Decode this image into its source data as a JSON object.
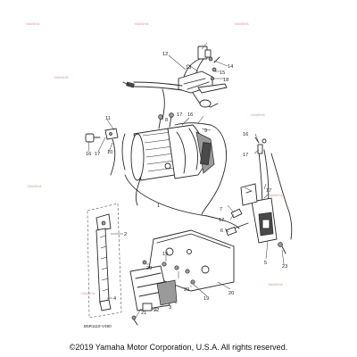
{
  "diagram": {
    "callouts": {
      "c1": "1",
      "c2": "2",
      "c3": "3",
      "c4": "4",
      "c5": "5",
      "c6": "6",
      "c7": "7",
      "c8": "8",
      "c9": "9",
      "c10": "10",
      "c11": "11",
      "c12": "12",
      "c13": "13",
      "c14": "14",
      "c15": "15",
      "c16a": "16",
      "c16b": "16",
      "c16c": "16",
      "c17a": "17",
      "c17b": "17",
      "c17c": "17",
      "c17d": "17",
      "c17e": "17",
      "c18": "18",
      "c19a": "19",
      "c19b": "19",
      "c20a": "20",
      "c20b": "20",
      "c20c": "20",
      "c21": "21",
      "c22": "22",
      "c23": "23"
    },
    "drawing_code": "B5R1110-V490",
    "watermark": "YAMAHA"
  },
  "footer": {
    "copyright": "©2019 Yamaha Motor Corporation, U.S.A. All rights reserved."
  }
}
